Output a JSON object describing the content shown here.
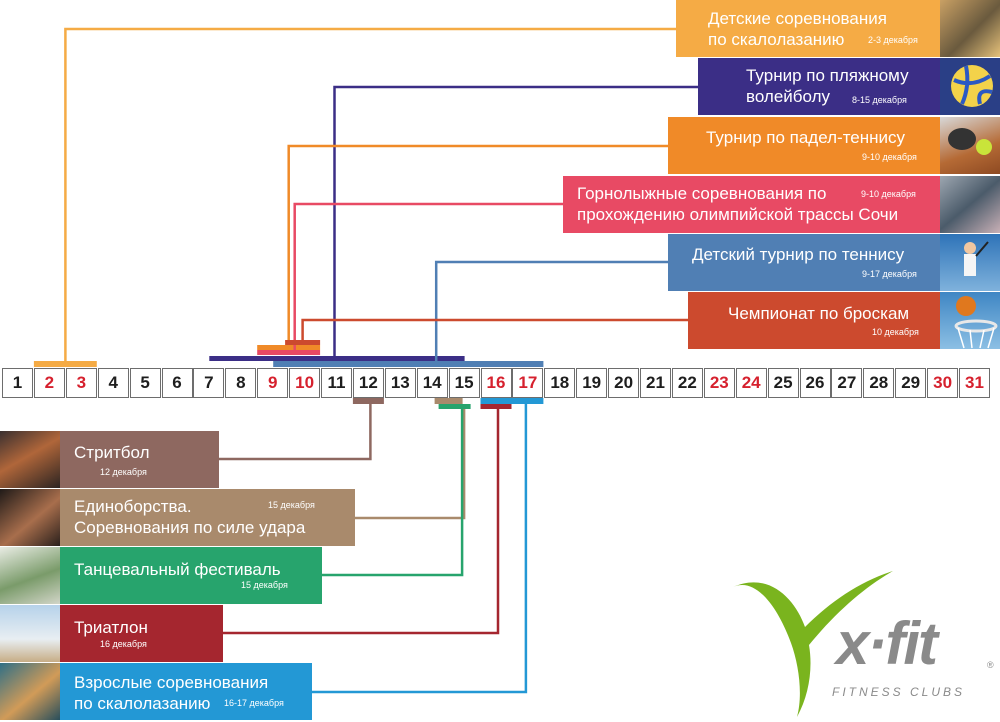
{
  "timeline": {
    "days": [
      "1",
      "2",
      "3",
      "4",
      "5",
      "6",
      "7",
      "8",
      "9",
      "10",
      "11",
      "12",
      "13",
      "14",
      "15",
      "16",
      "17",
      "18",
      "19",
      "20",
      "21",
      "22",
      "23",
      "24",
      "25",
      "26",
      "27",
      "28",
      "29",
      "30",
      "31"
    ],
    "weekend_days": [
      "2",
      "3",
      "9",
      "10",
      "16",
      "17",
      "23",
      "24",
      "30",
      "31"
    ],
    "weekend_color": "#d6212e"
  },
  "events_top": [
    {
      "title": "Детские соревнования\nпо скалолазанию",
      "date": "2-3 декабря",
      "color": "#f5ab45",
      "start": 2,
      "end": 3,
      "thumb": "climbing-kid-photo"
    },
    {
      "title": "Турнир по пляжному\nволейболу",
      "date": "8-15 декабря",
      "color": "#3b2e86",
      "start": 8,
      "end": 15,
      "thumb": "volleyball-photo"
    },
    {
      "title": "Турнир по падел-теннису",
      "date": "9-10 декабря",
      "color": "#f08a28",
      "start": 9,
      "end": 10,
      "thumb": "padel-photo"
    },
    {
      "title": "Горнолыжные соревнования по\nпрохождению олимпийской трассы Сочи",
      "date": "9-10 декабря",
      "color": "#e84a64",
      "start": 9,
      "end": 10,
      "thumb": "ski-photo"
    },
    {
      "title": "Детский турнир по теннису",
      "date": "9-17 декабря",
      "color": "#507fb4",
      "start": 9,
      "end": 17,
      "thumb": "tennis-photo"
    },
    {
      "title": "Чемпионат по броскам",
      "date": "10 декабря",
      "color": "#cc4a2e",
      "start": 10,
      "end": 10,
      "thumb": "basketball-photo"
    }
  ],
  "events_bottom": [
    {
      "title": "Стритбол",
      "date": "12 декабря",
      "color": "#8e6860",
      "start": 12,
      "end": 12,
      "thumb": "streetball-photo"
    },
    {
      "title": "Единоборства.\nСоревнования по силе удара",
      "date": "15 декабря",
      "color": "#a98a6c",
      "start": 15,
      "end": 15,
      "thumb": "boxing-photo"
    },
    {
      "title": "Танцевальный фестиваль",
      "date": "15 декабря",
      "color": "#27a46d",
      "start": 15,
      "end": 15,
      "thumb": "dance-photo"
    },
    {
      "title": "Триатлон",
      "date": "16 декабря",
      "color": "#a5262f",
      "start": 16,
      "end": 16,
      "thumb": "triathlon-photo"
    },
    {
      "title": "Взрослые соревнования\nпо скалолазанию",
      "date": "16-17 декабря",
      "color": "#2398d5",
      "start": 16,
      "end": 17,
      "thumb": "climbing-adult-photo"
    }
  ],
  "logo": {
    "brand": "x·fit",
    "registered": "®",
    "tagline": "FITNESS CLUBS",
    "green": "#7ab41e",
    "gray": "#8a8a8a"
  }
}
